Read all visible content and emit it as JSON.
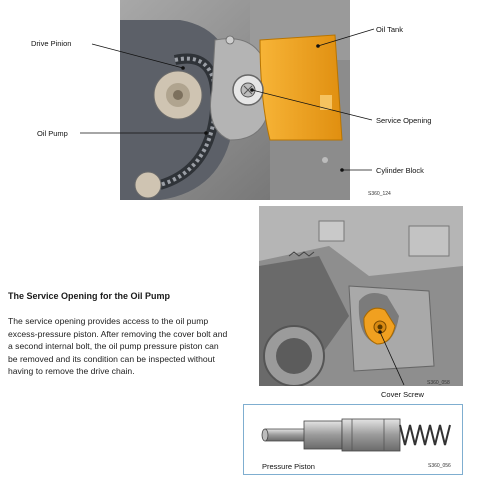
{
  "figure1": {
    "labels": {
      "drive_pinion": "Drive Pinion",
      "oil_tank": "Oil Tank",
      "service_opening": "Service Opening",
      "oil_pump": "Oil Pump",
      "cylinder_block": "Cylinder Block"
    },
    "code": "S360_124"
  },
  "section": {
    "heading": "The Service Opening for the Oil Pump",
    "paragraph": "The service opening provides access to the oil pump excess-pressure piston. After removing the cover bolt and a second internal bolt, the oil pump pressure piston can be removed and its condition can be inspected without having to remove the drive chain."
  },
  "figure2": {
    "labels": {
      "cover_screw": "Cover Screw"
    },
    "code": "S360_058"
  },
  "figure3": {
    "labels": {
      "pressure_piston": "Pressure Piston"
    },
    "code": "S360_056"
  },
  "colors": {
    "oil_tank": "#f0a020",
    "engine_grey": "#8a8a8a",
    "frame_blue": "#7faed0"
  }
}
